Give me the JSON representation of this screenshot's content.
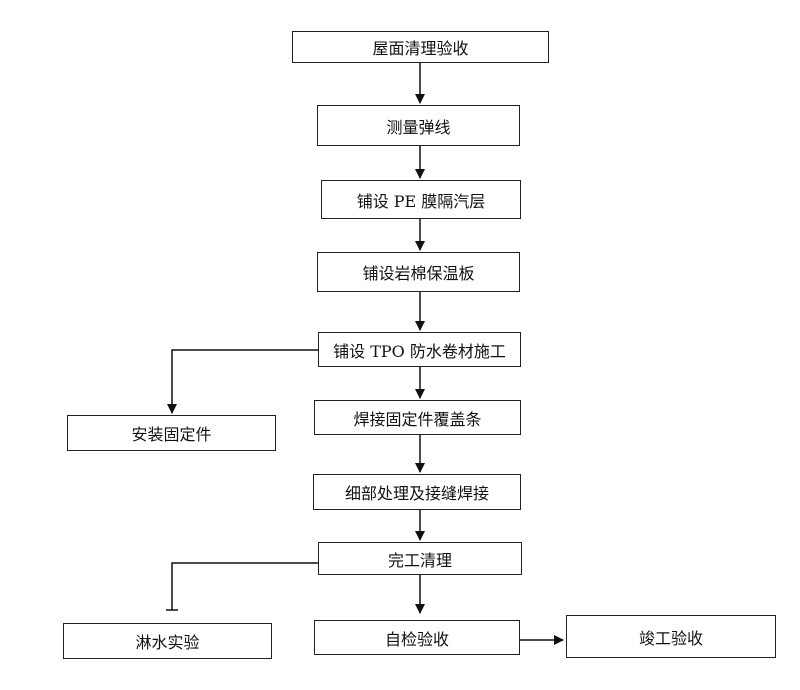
{
  "flowchart": {
    "steps": {
      "roof_cleaning_acceptance": "屋面清理验收",
      "measure_snap_lines": "测量弹线",
      "lay_pe_vapor_barrier": "铺设 PE 膜隔汽层",
      "lay_rock_wool_board": "铺设岩棉保温板",
      "lay_tpo_membrane": "铺设 TPO 防水卷材施工",
      "install_fasteners": "安装固定件",
      "weld_fastener_cover_strip": "焊接固定件覆盖条",
      "detail_seam_welding": "细部处理及接缝焊接",
      "completion_cleanup": "完工清理",
      "water_spray_test": "淋水实验",
      "self_inspection": "自检验收",
      "final_acceptance": "竣工验收"
    }
  }
}
